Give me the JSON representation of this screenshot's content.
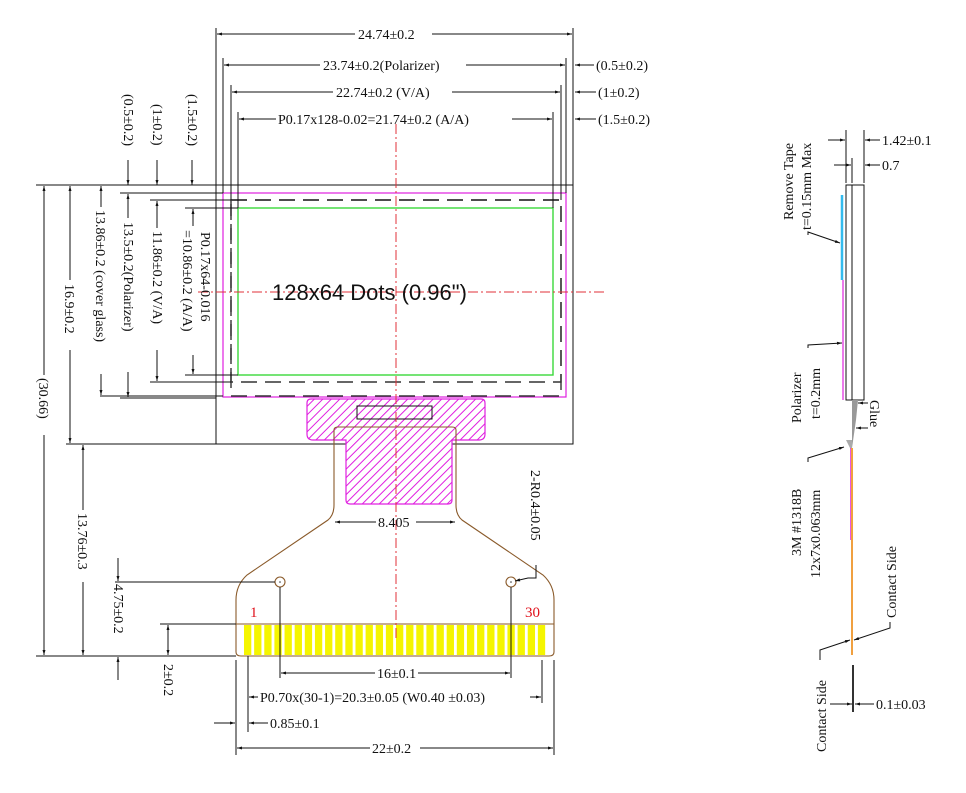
{
  "drawing": {
    "display_label": "128x64 Dots (0.96\")",
    "front_view": {
      "horizontal_dims": {
        "outline_width": "24.74±0.2",
        "polarizer_width": "23.74±0.2(Polarizer)",
        "va_width": "22.74±0.2 (V/A)",
        "aa_width": "P0.17x128-0.02=21.74±0.2 (A/A)",
        "offset_polarizer": "(0.5±0.2)",
        "offset_va": "(1±0.2)",
        "offset_aa": "(1.5±0.2)"
      },
      "vertical_dims": {
        "top_offset_polarizer": "(0.5±0.2)",
        "top_offset_va": "(1±0.2)",
        "top_offset_aa": "(1.5±0.2)",
        "cover_glass_height": "13.86±0.2 (cover glass)",
        "polarizer_height": "13.5±0.2(Polarizer)",
        "va_height": "11.86±0.2 (V/A)",
        "aa_height_line1": "P0.17x64-0.016",
        "aa_height_line2": "=10.86±0.2 (A/A)",
        "glass_height": "16.9±0.2",
        "total_height": "(30.66)",
        "fpc_length": "13.76±0.3",
        "hole_to_edge": "4.75±0.2",
        "pad_length": "2±0.2"
      },
      "fpc_dims": {
        "neck_width": "8.405",
        "hole_radius": "2-R0.4±0.05",
        "hole_spacing": "16±0.1",
        "pin_pitch": "P0.70x(30-1)=20.3±0.05 (W0.40 ±0.03)",
        "pin_offset": "0.85±0.1",
        "fpc_width": "22±0.2",
        "pin_first": "1",
        "pin_last": "30",
        "pin_count": 30
      }
    },
    "side_view": {
      "thickness": "1.42±0.1",
      "glass_thickness": "0.7",
      "remove_tape_line1": "Remove Tape",
      "remove_tape_line2": "t=0.15mm Max",
      "polarizer_line1": "Polarizer",
      "polarizer_line2": "t=0.2mm",
      "glue": "Glue",
      "tape_line1": "3M #1318B",
      "tape_line2": "12x7x0.063mm",
      "contact_side_right": "Contact Side",
      "contact_side_left": "Contact Side",
      "fpc_thickness": "0.1±0.03"
    },
    "colors": {
      "polarizer": "#e020e0",
      "active_area": "#3ad83a",
      "center_line": "#e0303a",
      "pads": "#f5f500",
      "fpc_outline": "#8a5a2a",
      "remove_tape": "#33bbee",
      "fpc_side": "#f0a040",
      "pin_labels": "#e0101a"
    }
  }
}
